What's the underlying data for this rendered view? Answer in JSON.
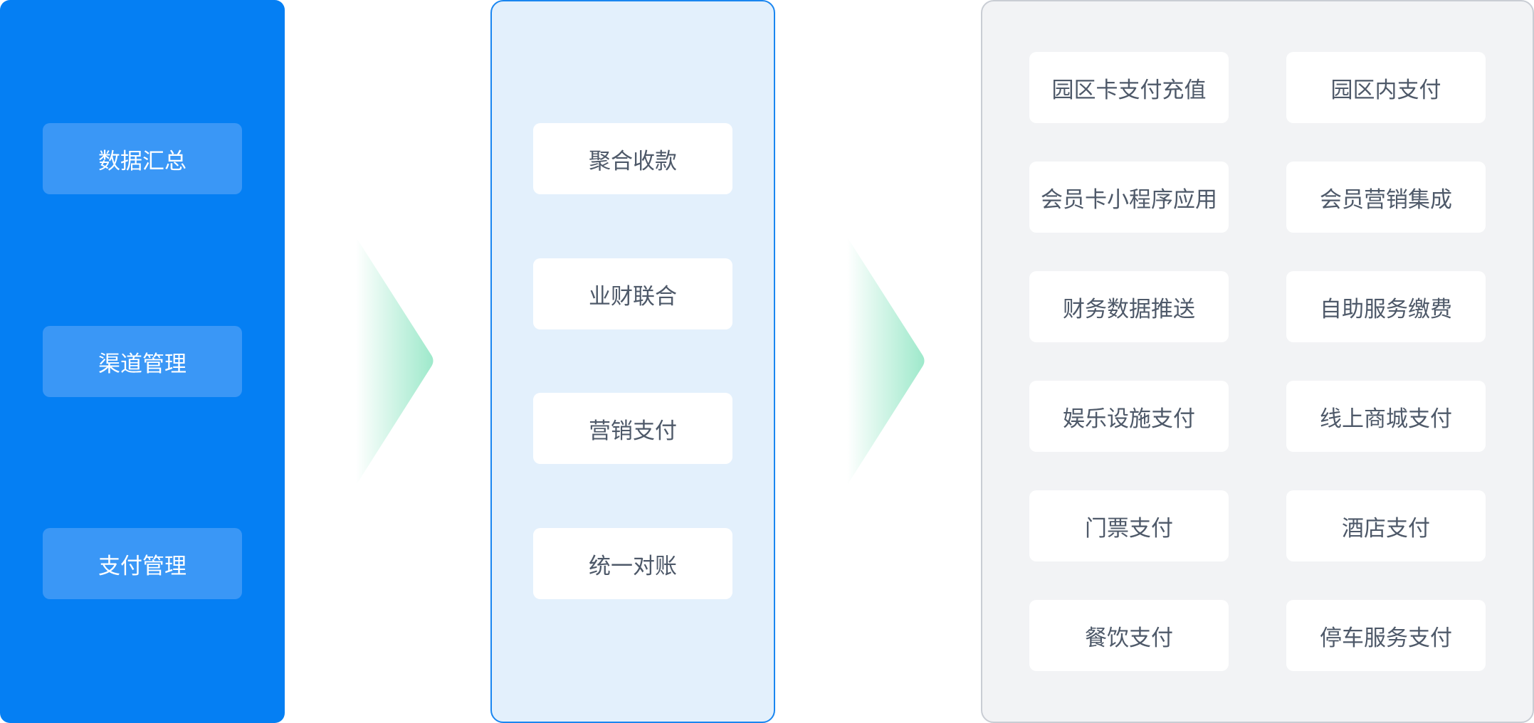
{
  "colors": {
    "left_panel": "#057FF3",
    "left_card": "#3A97F6",
    "mid_panel": "#E3F0FC",
    "mid_border": "#1A86F0",
    "right_panel": "#F2F3F5",
    "right_border": "#C9CDD4",
    "text_dark": "#4E5969",
    "arrow": "#9EE9CB"
  },
  "left_panel": {
    "items": [
      {
        "label": "数据汇总"
      },
      {
        "label": "渠道管理"
      },
      {
        "label": "支付管理"
      }
    ]
  },
  "middle_panel": {
    "items": [
      {
        "label": "聚合收款"
      },
      {
        "label": "业财联合"
      },
      {
        "label": "营销支付"
      },
      {
        "label": "统一对账"
      }
    ]
  },
  "right_panel": {
    "items": [
      {
        "label": "园区卡支付充值"
      },
      {
        "label": "园区内支付"
      },
      {
        "label": "会员卡小程序应用"
      },
      {
        "label": "会员营销集成"
      },
      {
        "label": "财务数据推送"
      },
      {
        "label": "自助服务缴费"
      },
      {
        "label": "娱乐设施支付"
      },
      {
        "label": "线上商城支付"
      },
      {
        "label": "门票支付"
      },
      {
        "label": "酒店支付"
      },
      {
        "label": "餐饮支付"
      },
      {
        "label": "停车服务支付"
      }
    ]
  },
  "arrows": [
    {
      "icon": "chevron-right-icon"
    },
    {
      "icon": "chevron-right-icon"
    }
  ]
}
